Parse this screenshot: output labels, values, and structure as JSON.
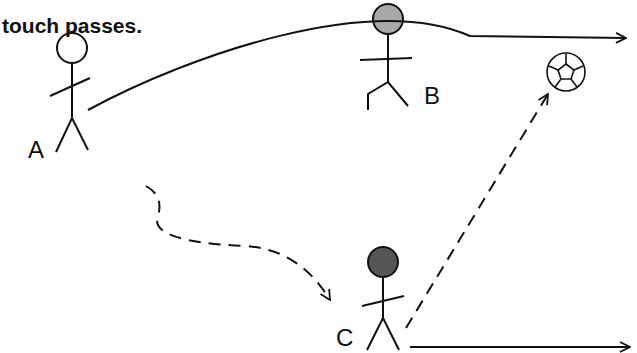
{
  "diagram": {
    "nodes": [
      {
        "text": [
          "A"
        ]
      },
      {
        "text": [
          "B"
        ]
      },
      {
        "text": [
          "C"
        ]
      }
    ],
    "edges": [
      {
        "from": 0,
        "to": 2,
        "arrow": "to"
      }
    ],
    "labels": [
      "touch passes."
    ]
  }
}
